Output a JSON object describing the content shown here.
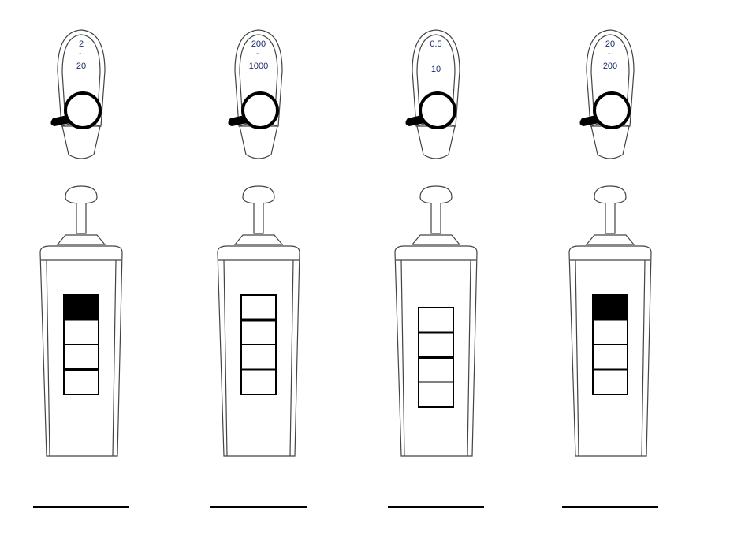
{
  "pipettes": [
    {
      "range_min": "2",
      "sep": "~",
      "range_max": "20",
      "window_filled_top": true,
      "thick_divider_after": 3
    },
    {
      "range_min": "200",
      "sep": "~",
      "range_max": "1000",
      "window_filled_top": false,
      "thick_divider_after": 1
    },
    {
      "range_min": "0.5",
      "sep": "",
      "range_max": "10",
      "window_filled_top": false,
      "thick_divider_after": 2
    },
    {
      "range_min": "20",
      "sep": "~",
      "range_max": "200",
      "window_filled_top": true,
      "thick_divider_after": 0
    }
  ],
  "colors": {
    "line": "#000000",
    "label": "#1a2a6a"
  }
}
